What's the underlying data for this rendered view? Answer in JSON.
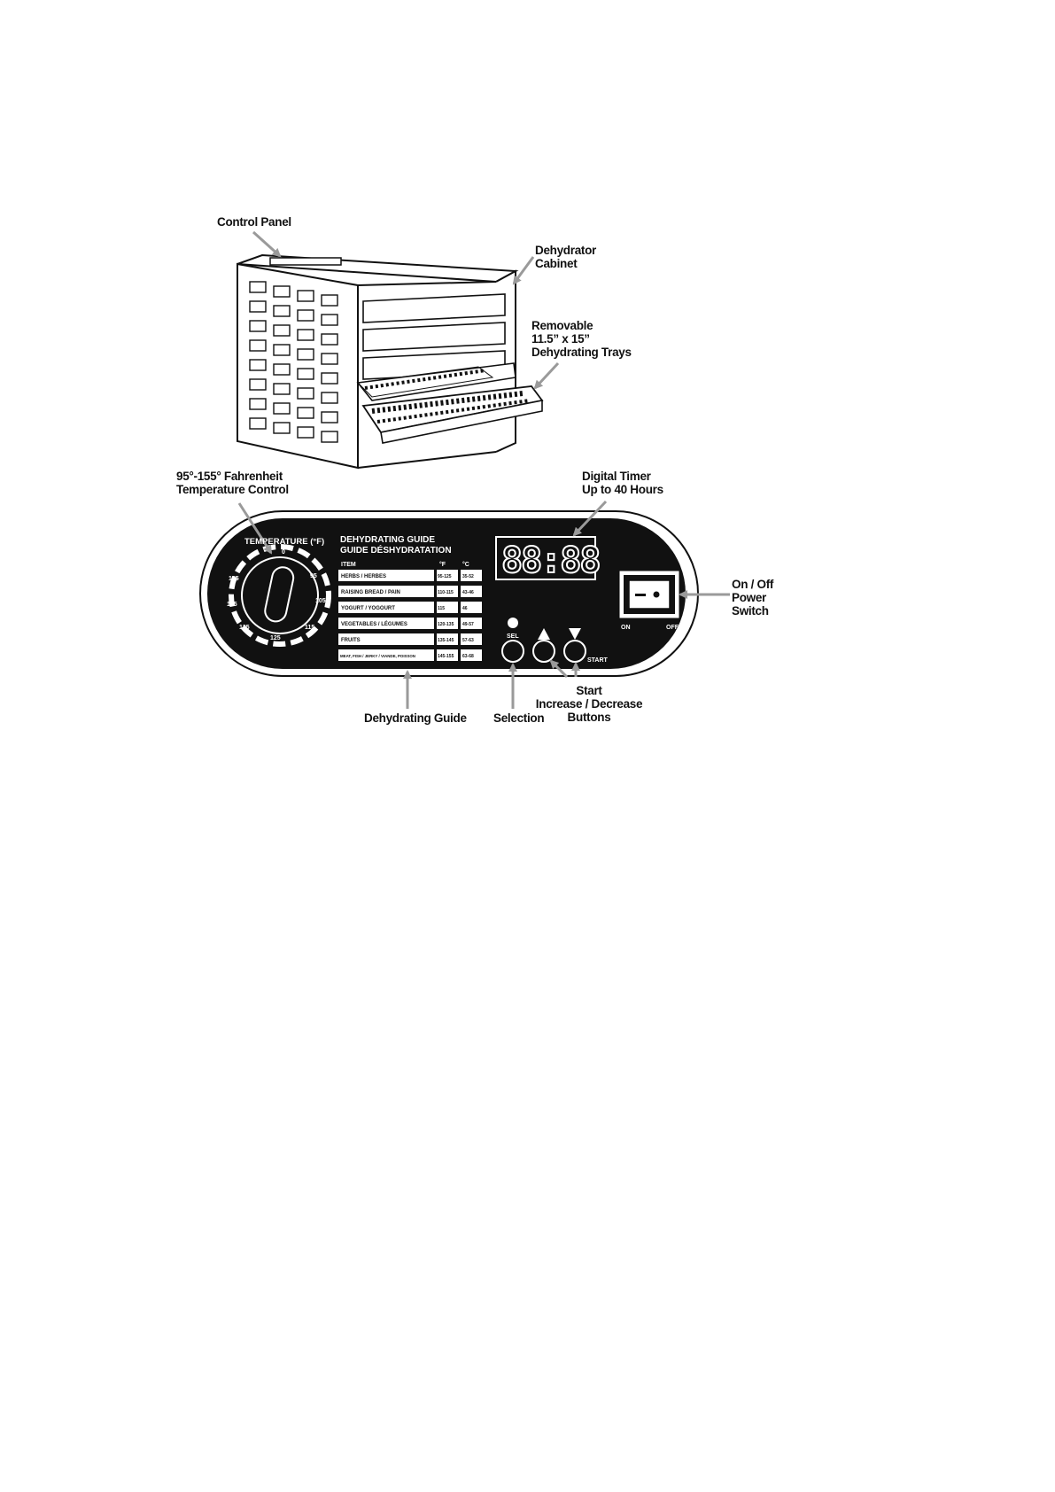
{
  "callouts": {
    "control_panel": "Control Panel",
    "cabinet": [
      "Dehydrator",
      "Cabinet"
    ],
    "trays": [
      "Removable",
      "11.5” x 15”",
      "Dehydrating Trays"
    ],
    "temp_control": [
      "95°-155° Fahrenheit",
      "Temperature Control"
    ],
    "timer": [
      "Digital Timer",
      "Up to 40 Hours"
    ],
    "power": [
      "On / Off",
      "Power",
      "Switch"
    ],
    "guide": "Dehydrating Guide",
    "selection": "Selection",
    "start_buttons": [
      "Start",
      "Increase / Decrease",
      "Buttons"
    ]
  },
  "panel": {
    "temperature_label": "TEMPERATURE (°F)",
    "dial_marks": [
      "0",
      "95",
      "105",
      "115",
      "125",
      "135",
      "145",
      "155"
    ],
    "guide_title": [
      "DEHYDRATING GUIDE",
      "GUIDE DÉSHYDRATATION"
    ],
    "guide_headers": [
      "ITEM",
      "°F",
      "°C"
    ],
    "guide_rows": [
      [
        "HERBS / HERBES",
        "95-125",
        "35-52"
      ],
      [
        "RAISING BREAD / PAIN",
        "110-115",
        "43-46"
      ],
      [
        "YOGURT / YOGOURT",
        "115",
        "46"
      ],
      [
        "VEGETABLES / LÉGUMES",
        "120-135",
        "49-57"
      ],
      [
        "FRUITS",
        "135-145",
        "57-63"
      ],
      [
        "MEAT, FISH / JERKY / VIANDE, POISSON",
        "145-155",
        "63-68"
      ]
    ],
    "timer_display": "88:88",
    "sel_label": "SEL",
    "start_label": "START",
    "on_label": "ON",
    "off_label": "OFF",
    "up_icon": "triangle-up-icon",
    "down_icon": "triangle-down-icon"
  }
}
